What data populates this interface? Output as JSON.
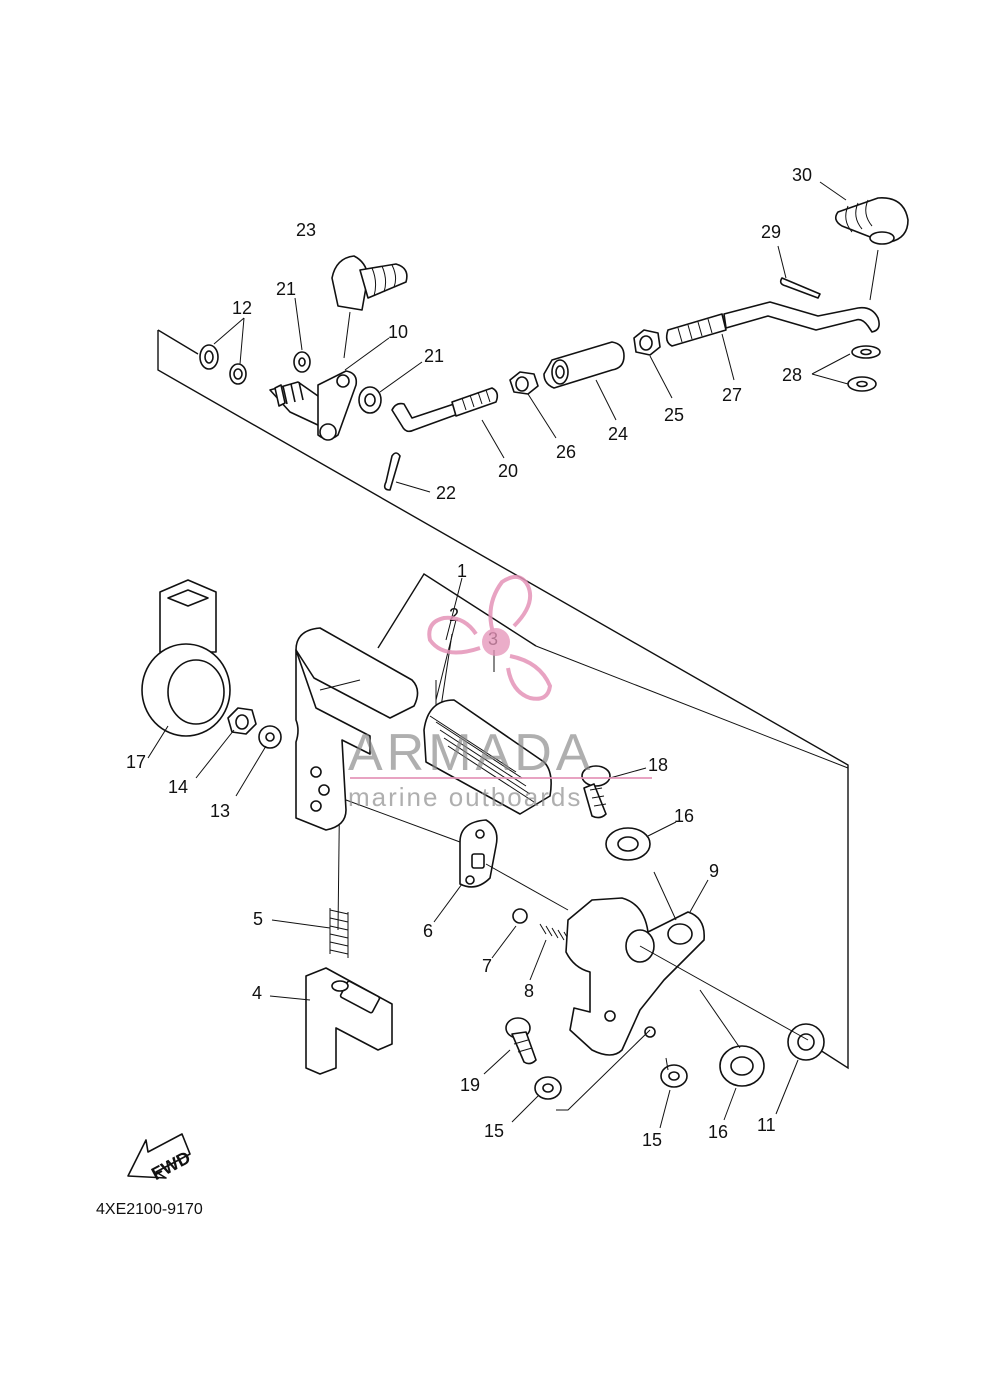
{
  "diagram": {
    "part_code": "4XE2100-9170",
    "fwd_arrow_label": "FWD",
    "callouts": [
      "1",
      "2",
      "3",
      "4",
      "5",
      "6",
      "7",
      "8",
      "9",
      "10",
      "11",
      "12",
      "13",
      "14",
      "15",
      "15",
      "16",
      "16",
      "17",
      "18",
      "19",
      "20",
      "21",
      "21",
      "22",
      "23",
      "24",
      "25",
      "26",
      "27",
      "28",
      "29",
      "30"
    ]
  },
  "watermark": {
    "brand": "ARMADA",
    "tagline": "marine outboards",
    "color": "#e493b8"
  }
}
